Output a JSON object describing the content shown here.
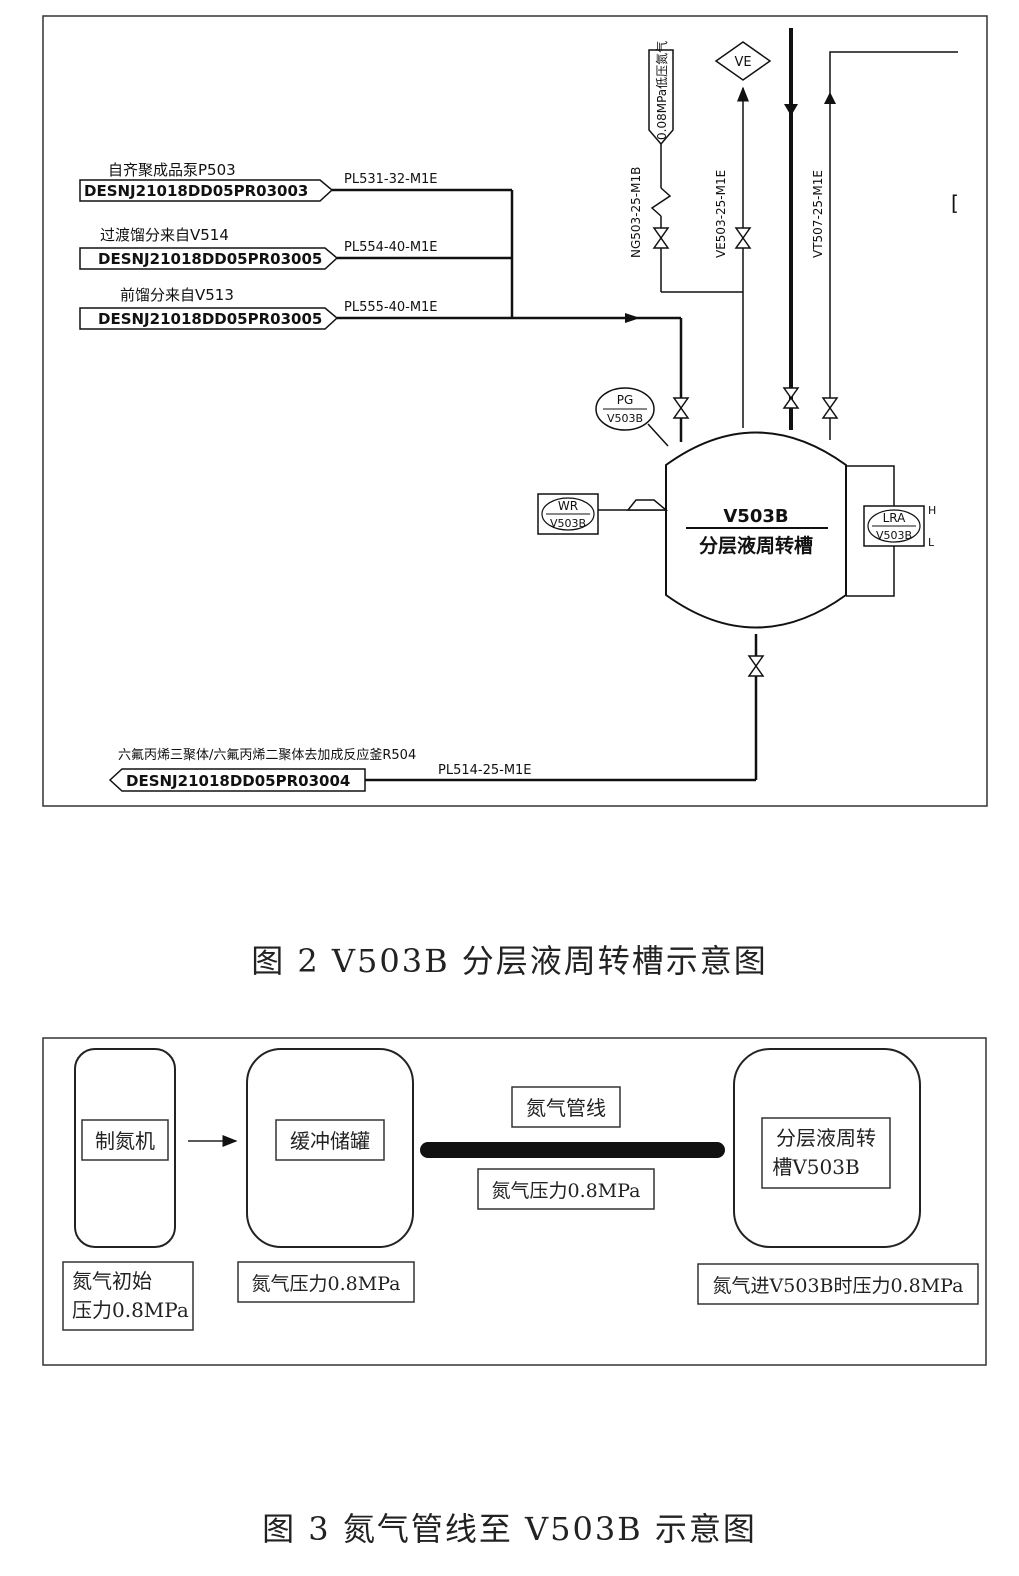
{
  "figure2": {
    "caption": "图 2    V503B 分层液周转槽示意图",
    "sources": [
      {
        "desc": "自齐聚成品泵P503",
        "code": "DESNJ21018DD05PR03003",
        "line": "PL531-32-M1E"
      },
      {
        "desc": "过渡馏分来自V514",
        "code": "DESNJ21018DD05PR03005",
        "line": "PL554-40-M1E"
      },
      {
        "desc": "前馏分来自V513",
        "code": "DESNJ21018DD05PR03005",
        "line": "PL555-40-M1E"
      }
    ],
    "outlet": {
      "desc": "六氟丙烯三聚体/六氟丙烯二聚体去加成反应釜R504",
      "code": "DESNJ21018DD05PR03004",
      "line": "PL514-25-M1E"
    },
    "top_lines": {
      "ng": "NG503-25-M1B",
      "ve": "VE503-25-M1E",
      "vt": "VT507-25-M1E",
      "ng_source": "0.08MPa低压氮气",
      "ve_tag": "VE"
    },
    "vessel": {
      "tag": "V503B",
      "name": "分层液周转槽"
    },
    "instruments": {
      "pg": {
        "type": "PG",
        "tag": "V503B"
      },
      "wr": {
        "type": "WR",
        "tag": "V503B"
      },
      "lra": {
        "type": "LRA",
        "tag": "V503B",
        "high": "H",
        "low": "L"
      }
    },
    "edge_mark": "["
  },
  "figure3": {
    "caption": "图 3    氮气管线至 V503B 示意图",
    "generator": "制氮机",
    "buffer": "缓冲储罐",
    "pipeline": "氮气管线",
    "pipeline_pressure": "氮气压力0.8MPa",
    "target_line1": "分层液周转",
    "target_line2": "槽V503B",
    "initial_line1": "氮气初始",
    "initial_line2": "压力0.8MPa",
    "buffer_pressure": "氮气压力0.8MPa",
    "inlet_pressure": "氮气进V503B时压力0.8MPa"
  }
}
